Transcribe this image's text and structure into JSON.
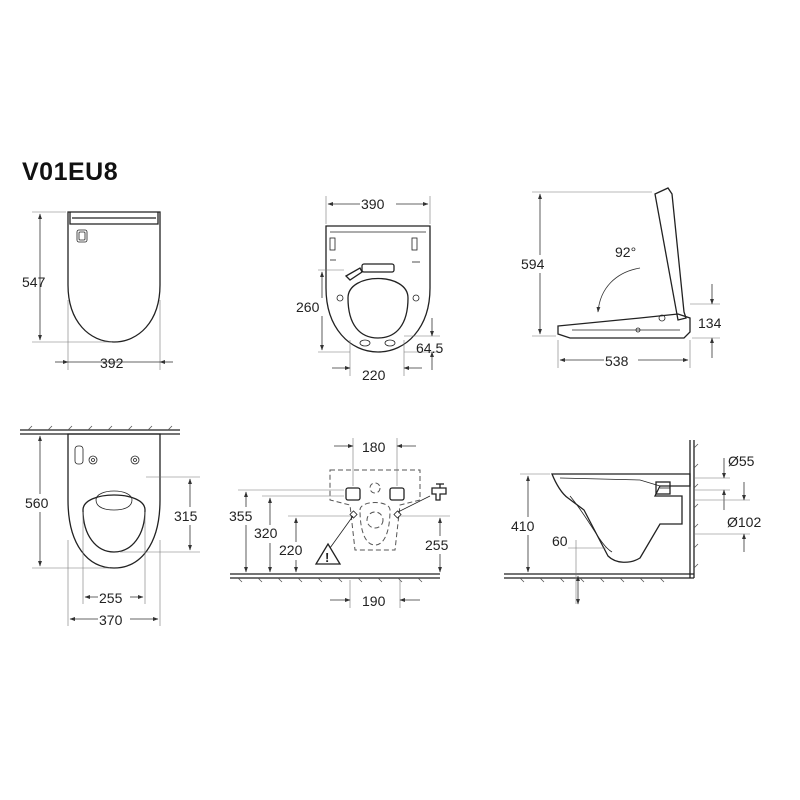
{
  "title": "V01EU8",
  "views": {
    "seat_top": {
      "height": "547",
      "width": "392"
    },
    "seat_back": {
      "width": "390",
      "hinge": "260",
      "depth": "64.5",
      "holes": "220"
    },
    "seat_side": {
      "height": "594",
      "angle": "92°",
      "thickness": "134",
      "length": "538"
    },
    "bowl_top": {
      "length": "560",
      "rim": "315",
      "inner": "255",
      "width": "370"
    },
    "wall": {
      "centers": "180",
      "h1": "355",
      "h2": "320",
      "h3": "220",
      "h4": "255",
      "bottom": "190"
    },
    "bowl_side": {
      "height": "410",
      "offset": "60",
      "inlet": "Ø55",
      "outlet": "Ø102"
    }
  }
}
